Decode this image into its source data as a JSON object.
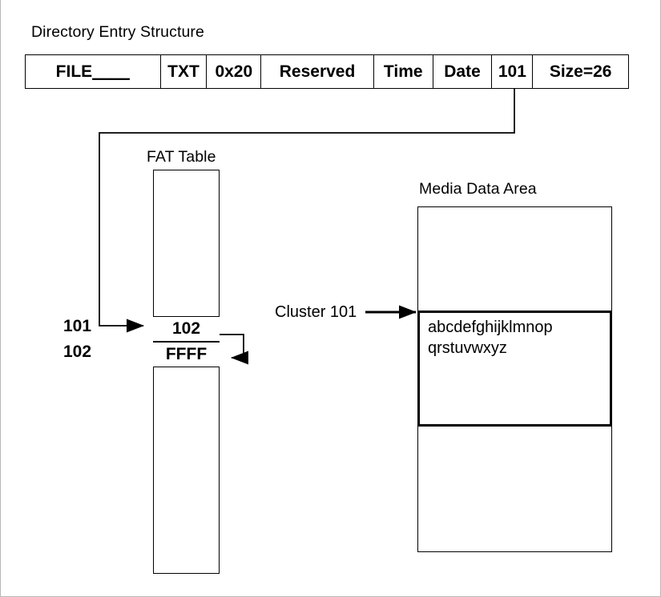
{
  "diagram": {
    "title": "FAT file system directory entry, FAT table and media data area",
    "background_color": "#ffffff",
    "line_color": "#000000",
    "page_border_color": "#b8b8b8"
  },
  "directory_entry": {
    "heading": "Directory Entry Structure",
    "cells": [
      {
        "name": "filename",
        "label": "FILE",
        "underscores": "____",
        "width": 169
      },
      {
        "name": "extension",
        "label": "TXT",
        "width": 58
      },
      {
        "name": "attribute",
        "label": "0x20",
        "width": 68
      },
      {
        "name": "reserved",
        "label": "Reserved",
        "width": 141
      },
      {
        "name": "time",
        "label": "Time",
        "width": 74
      },
      {
        "name": "date",
        "label": "Date",
        "width": 74
      },
      {
        "name": "start-cluster",
        "label": "101",
        "width": 51
      },
      {
        "name": "size",
        "label": "Size=26",
        "width": 119
      }
    ]
  },
  "fat_table": {
    "heading": "FAT Table",
    "row_labels": [
      "101",
      "102"
    ],
    "entries": [
      {
        "index": "101",
        "value": "102"
      },
      {
        "index": "102",
        "value": "FFFF"
      }
    ]
  },
  "media_data_area": {
    "heading": "Media Data Area",
    "cluster_arrow_label": "Cluster 101",
    "cluster_contents": "abcdefghijklmnop\nqrstuvwxyz"
  },
  "connectors": [
    {
      "name": "start-cluster-to-fat-entry-101",
      "from": "directory-entry-start-cluster",
      "to": "fat-entry-101"
    },
    {
      "name": "fat-entry-101-to-fat-entry-102",
      "from": "fat-entry-101",
      "to": "fat-entry-102"
    },
    {
      "name": "cluster-101-to-media-cluster",
      "from": "cluster-101-label",
      "to": "media-cluster-cell"
    }
  ]
}
